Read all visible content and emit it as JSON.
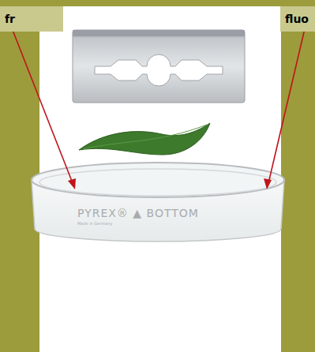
{
  "diagram": {
    "nodes": [
      {
        "text": [
          "fr"
        ]
      },
      {
        "text": [
          "fluo"
        ]
      }
    ],
    "labels": [
      "PYREX® ▲ BOTTOM",
      "Made in Germany"
    ]
  }
}
